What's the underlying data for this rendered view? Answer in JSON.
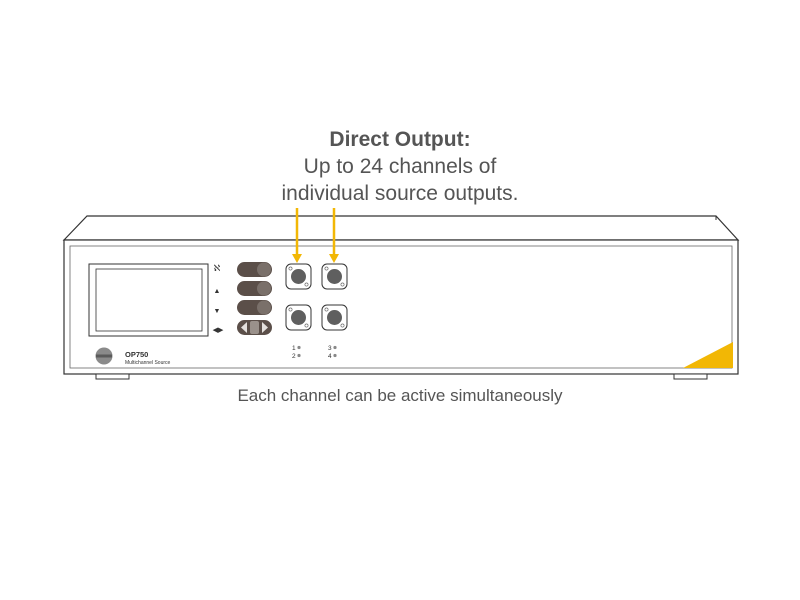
{
  "callout": {
    "title": "Direct Output:",
    "line1": "Up to 24 channels of",
    "line2": "individual source outputs."
  },
  "device": {
    "model": "OP750",
    "subtitle": "Multichannel Source",
    "nav_glyphs": {
      "top": "ℵ",
      "up": "▲",
      "down": "▼",
      "leftright": "◀▶"
    },
    "outputs": [
      {
        "label": "1"
      },
      {
        "label": "2"
      },
      {
        "label": "3"
      },
      {
        "label": "4"
      }
    ],
    "accent_color": "#f2b705"
  },
  "footer_caption": "Each channel can be active simultaneously"
}
